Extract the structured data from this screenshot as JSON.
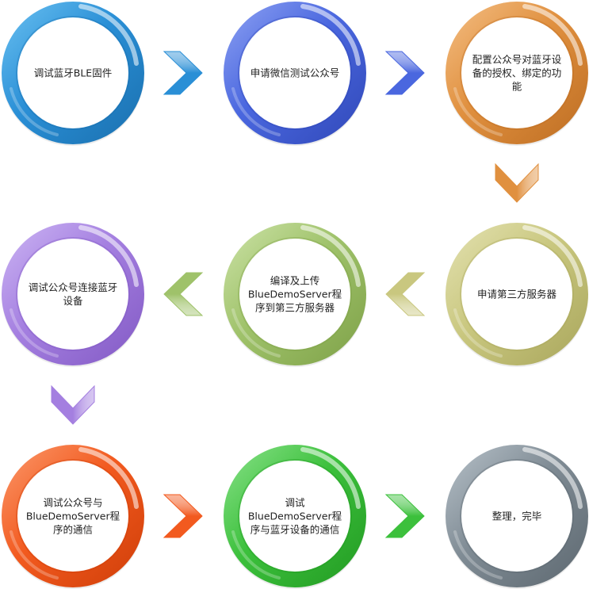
{
  "steps": [
    {
      "lines": [
        "调试蓝牙BLE固件"
      ],
      "color": "#2a8fd6",
      "light": "#6cc2f2",
      "dark": "#1a6fae"
    },
    {
      "lines": [
        "申请微信测试公众号"
      ],
      "color": "#4a67df",
      "light": "#8fa3f3",
      "dark": "#3048b8"
    },
    {
      "lines": [
        "配置公众号对蓝牙设",
        "备的授权、绑定的功",
        "能"
      ],
      "color": "#e0903f",
      "light": "#f4bf85",
      "dark": "#bd6d22"
    },
    {
      "lines": [
        "申请第三方服务器"
      ],
      "color": "#c9c77f",
      "light": "#e4e2b2",
      "dark": "#a9a65c"
    },
    {
      "lines": [
        "编译及上传",
        "BlueDemoServer程",
        "序到第三方服务器"
      ],
      "color": "#9fc26a",
      "light": "#cde3a8",
      "dark": "#7ea148"
    },
    {
      "lines": [
        "调试公众号连接蓝牙",
        "设备"
      ],
      "color": "#a47fe0",
      "light": "#cdb6f4",
      "dark": "#8259c4"
    },
    {
      "lines": [
        "调试公众号与",
        "BlueDemoServer程",
        "序的通信"
      ],
      "color": "#f25a1f",
      "light": "#fb9a6d",
      "dark": "#cf3e08"
    },
    {
      "lines": [
        "调试",
        "BlueDemoServer程",
        "序与蓝牙设备的通信"
      ],
      "color": "#3cc03c",
      "light": "#8be28b",
      "dark": "#229a22"
    },
    {
      "lines": [
        "整理，完毕"
      ],
      "color": "#7f8b94",
      "light": "#b8c2ca",
      "dark": "#5d6870"
    }
  ],
  "arrows": [
    {
      "direction": "right",
      "color": "#2a8fd6"
    },
    {
      "direction": "right",
      "color": "#4a67df"
    },
    {
      "direction": "down",
      "color": "#e0903f"
    },
    {
      "direction": "left",
      "color": "#c9c77f"
    },
    {
      "direction": "left",
      "color": "#9fc26a"
    },
    {
      "direction": "down",
      "color": "#a47fe0"
    },
    {
      "direction": "right",
      "color": "#f25a1f"
    },
    {
      "direction": "right",
      "color": "#3cc03c"
    }
  ]
}
